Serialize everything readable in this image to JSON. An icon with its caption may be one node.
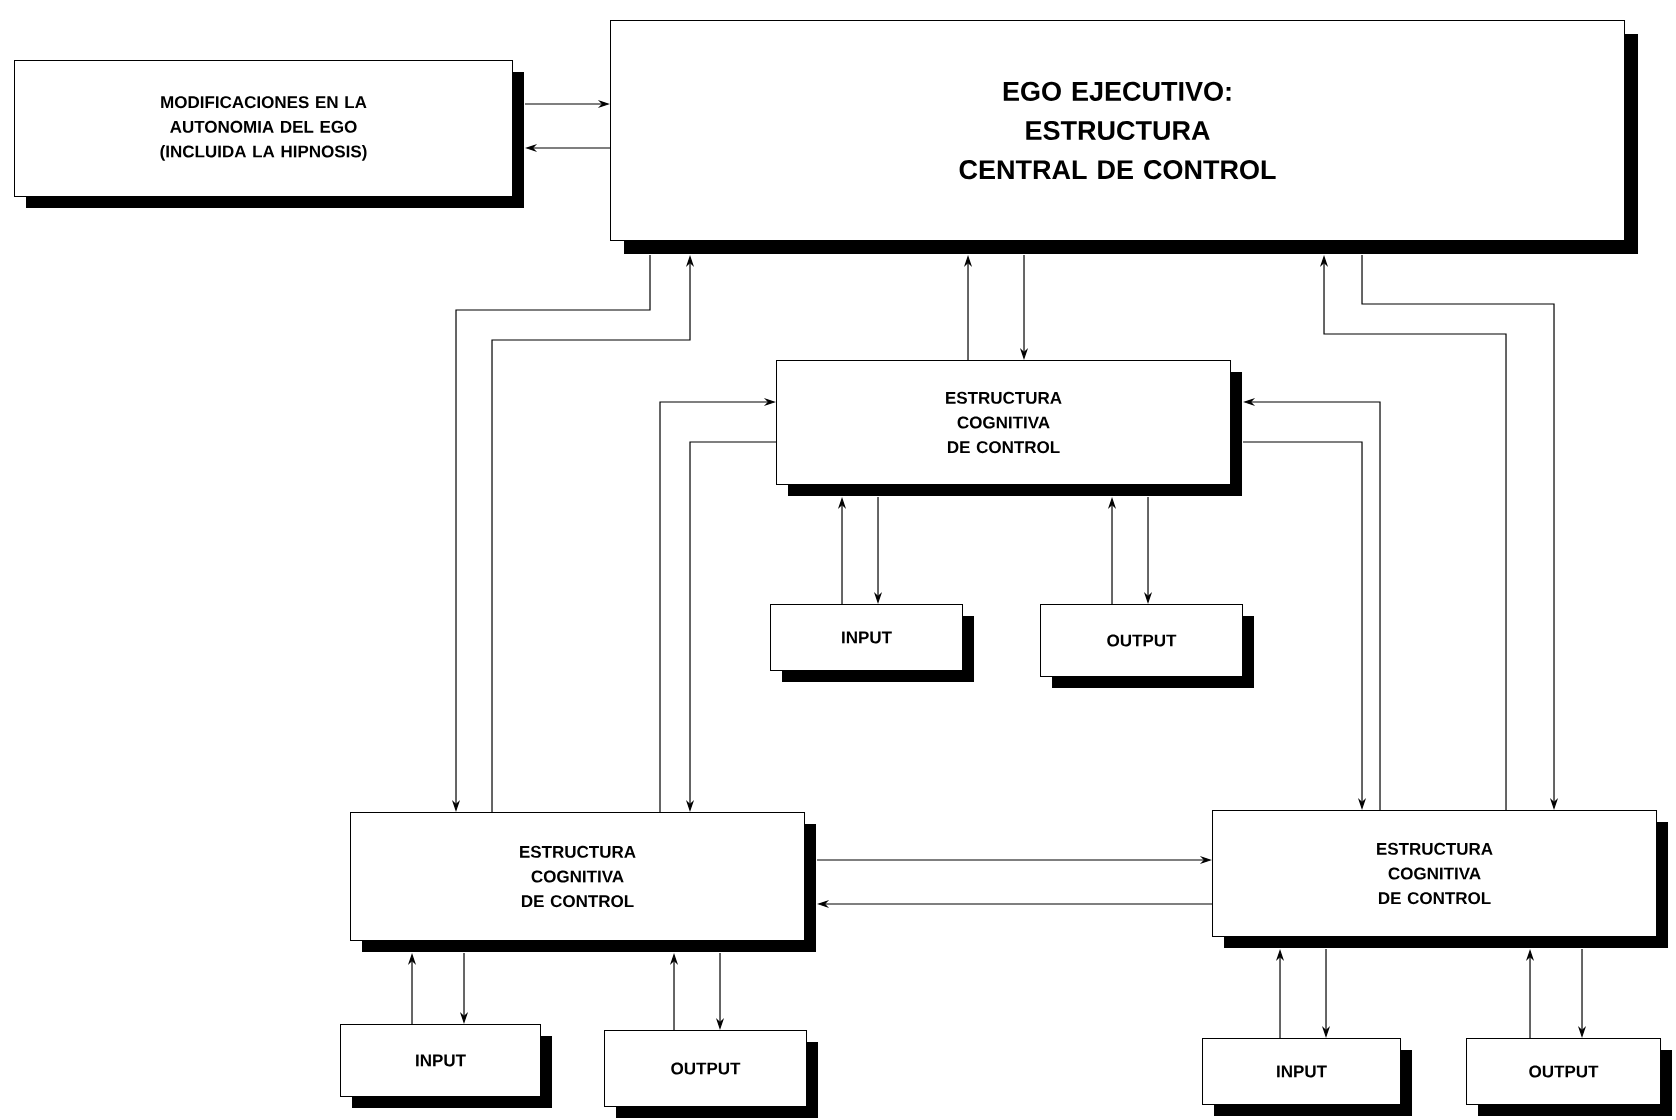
{
  "diagram": {
    "nodes": [
      {
        "text": [
          "MODIFICACIONES EN LA AUTONOMIA DEL EGO (INCLUIDA LA HIPNOSIS)"
        ]
      },
      {
        "text": [
          "EGO EJECUTIVO: ESTRUCTURA CENTRAL DE CONTROL"
        ]
      },
      {
        "text": [
          "ESTRUCTURA COGNITIVA DE CONTROL"
        ]
      },
      {
        "text": [
          "INPUT"
        ]
      },
      {
        "text": [
          "OUTPUT"
        ]
      },
      {
        "text": [
          "ESTRUCTURA COGNITIVA DE CONTROL"
        ]
      },
      {
        "text": [
          "INPUT"
        ]
      },
      {
        "text": [
          "OUTPUT"
        ]
      },
      {
        "text": [
          "ESTRUCTURA COGNITIVA DE CONTROL"
        ]
      },
      {
        "text": [
          "INPUT"
        ]
      },
      {
        "text": [
          "OUTPUT"
        ]
      }
    ],
    "edges": [
      {
        "from": 0,
        "to": 1,
        "arrow": "to"
      },
      {
        "from": 1,
        "to": 0,
        "arrow": "to"
      },
      {
        "from": 1,
        "to": 5,
        "arrow": "to"
      },
      {
        "from": 5,
        "to": 1,
        "arrow": "to"
      },
      {
        "from": 2,
        "to": 1,
        "arrow": "to"
      },
      {
        "from": 1,
        "to": 2,
        "arrow": "to"
      },
      {
        "from": 8,
        "to": 1,
        "arrow": "to"
      },
      {
        "from": 1,
        "to": 8,
        "arrow": "to"
      },
      {
        "from": 5,
        "to": 2,
        "arrow": "to"
      },
      {
        "from": 2,
        "to": 5,
        "arrow": "to"
      },
      {
        "from": 2,
        "to": 8,
        "arrow": "to"
      },
      {
        "from": 8,
        "to": 2,
        "arrow": "to"
      },
      {
        "from": 5,
        "to": 8,
        "arrow": "to"
      },
      {
        "from": 8,
        "to": 5,
        "arrow": "to"
      },
      {
        "from": 3,
        "to": 2,
        "arrow": "to"
      },
      {
        "from": 2,
        "to": 3,
        "arrow": "to"
      },
      {
        "from": 4,
        "to": 2,
        "arrow": "to"
      },
      {
        "from": 2,
        "to": 4,
        "arrow": "to"
      },
      {
        "from": 6,
        "to": 5,
        "arrow": "to"
      },
      {
        "from": 5,
        "to": 6,
        "arrow": "to"
      },
      {
        "from": 7,
        "to": 5,
        "arrow": "to"
      },
      {
        "from": 5,
        "to": 7,
        "arrow": "to"
      },
      {
        "from": 9,
        "to": 8,
        "arrow": "to"
      },
      {
        "from": 8,
        "to": 9,
        "arrow": "to"
      },
      {
        "from": 10,
        "to": 8,
        "arrow": "to"
      },
      {
        "from": 8,
        "to": 10,
        "arrow": "to"
      }
    ]
  }
}
